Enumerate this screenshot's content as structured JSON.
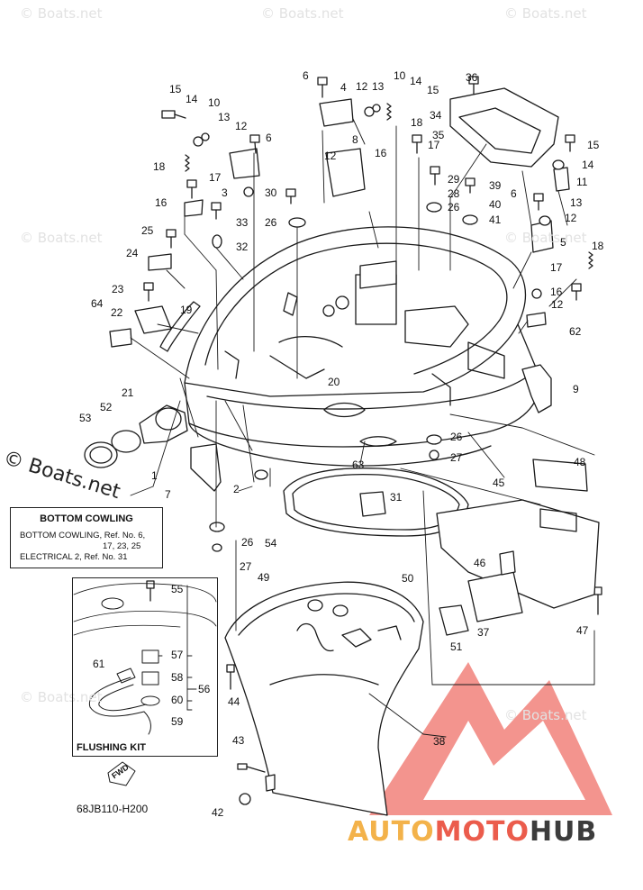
{
  "watermark": "© Boats.net",
  "watermark_large": "© Boats.net",
  "callouts": [
    "15",
    "14",
    "10",
    "13",
    "12",
    "6",
    "18",
    "17",
    "3",
    "16",
    "30",
    "33",
    "25",
    "32",
    "26",
    "24",
    "23",
    "22",
    "64",
    "19",
    "21",
    "53",
    "52",
    "1",
    "7",
    "2",
    "6",
    "4",
    "12",
    "13",
    "10",
    "14",
    "15",
    "18",
    "12",
    "8",
    "16",
    "17",
    "36",
    "34",
    "35",
    "29",
    "28",
    "26",
    "39",
    "40",
    "41",
    "6",
    "15",
    "14",
    "11",
    "13",
    "12",
    "5",
    "18",
    "17",
    "16",
    "12",
    "62",
    "9",
    "20",
    "26",
    "27",
    "63",
    "31",
    "54",
    "48",
    "45",
    "46",
    "47",
    "37",
    "51",
    "50",
    "49",
    "26",
    "27",
    "44",
    "38",
    "43",
    "42",
    "55",
    "57",
    "58",
    "56",
    "60",
    "59",
    "61"
  ],
  "info_box": {
    "title": "BOTTOM COWLING",
    "line1": "BOTTOM COWLING,  Ref. No. 6,",
    "line2": "17, 23, 25",
    "line3": "ELECTRICAL 2,  Ref. No. 31"
  },
  "kit_label": "FLUSHING KIT",
  "fwd_label": "FWD",
  "part_number": "68JB110-H200",
  "brand": {
    "part1": "AUTO",
    "part2": "MOTO",
    "part3": "HUB"
  },
  "colors": {
    "logo_red": "#ee4d4d",
    "logo_orange": "#f3b24a",
    "logo_dark": "#3c3c3c",
    "line": "#1a1a1a"
  }
}
